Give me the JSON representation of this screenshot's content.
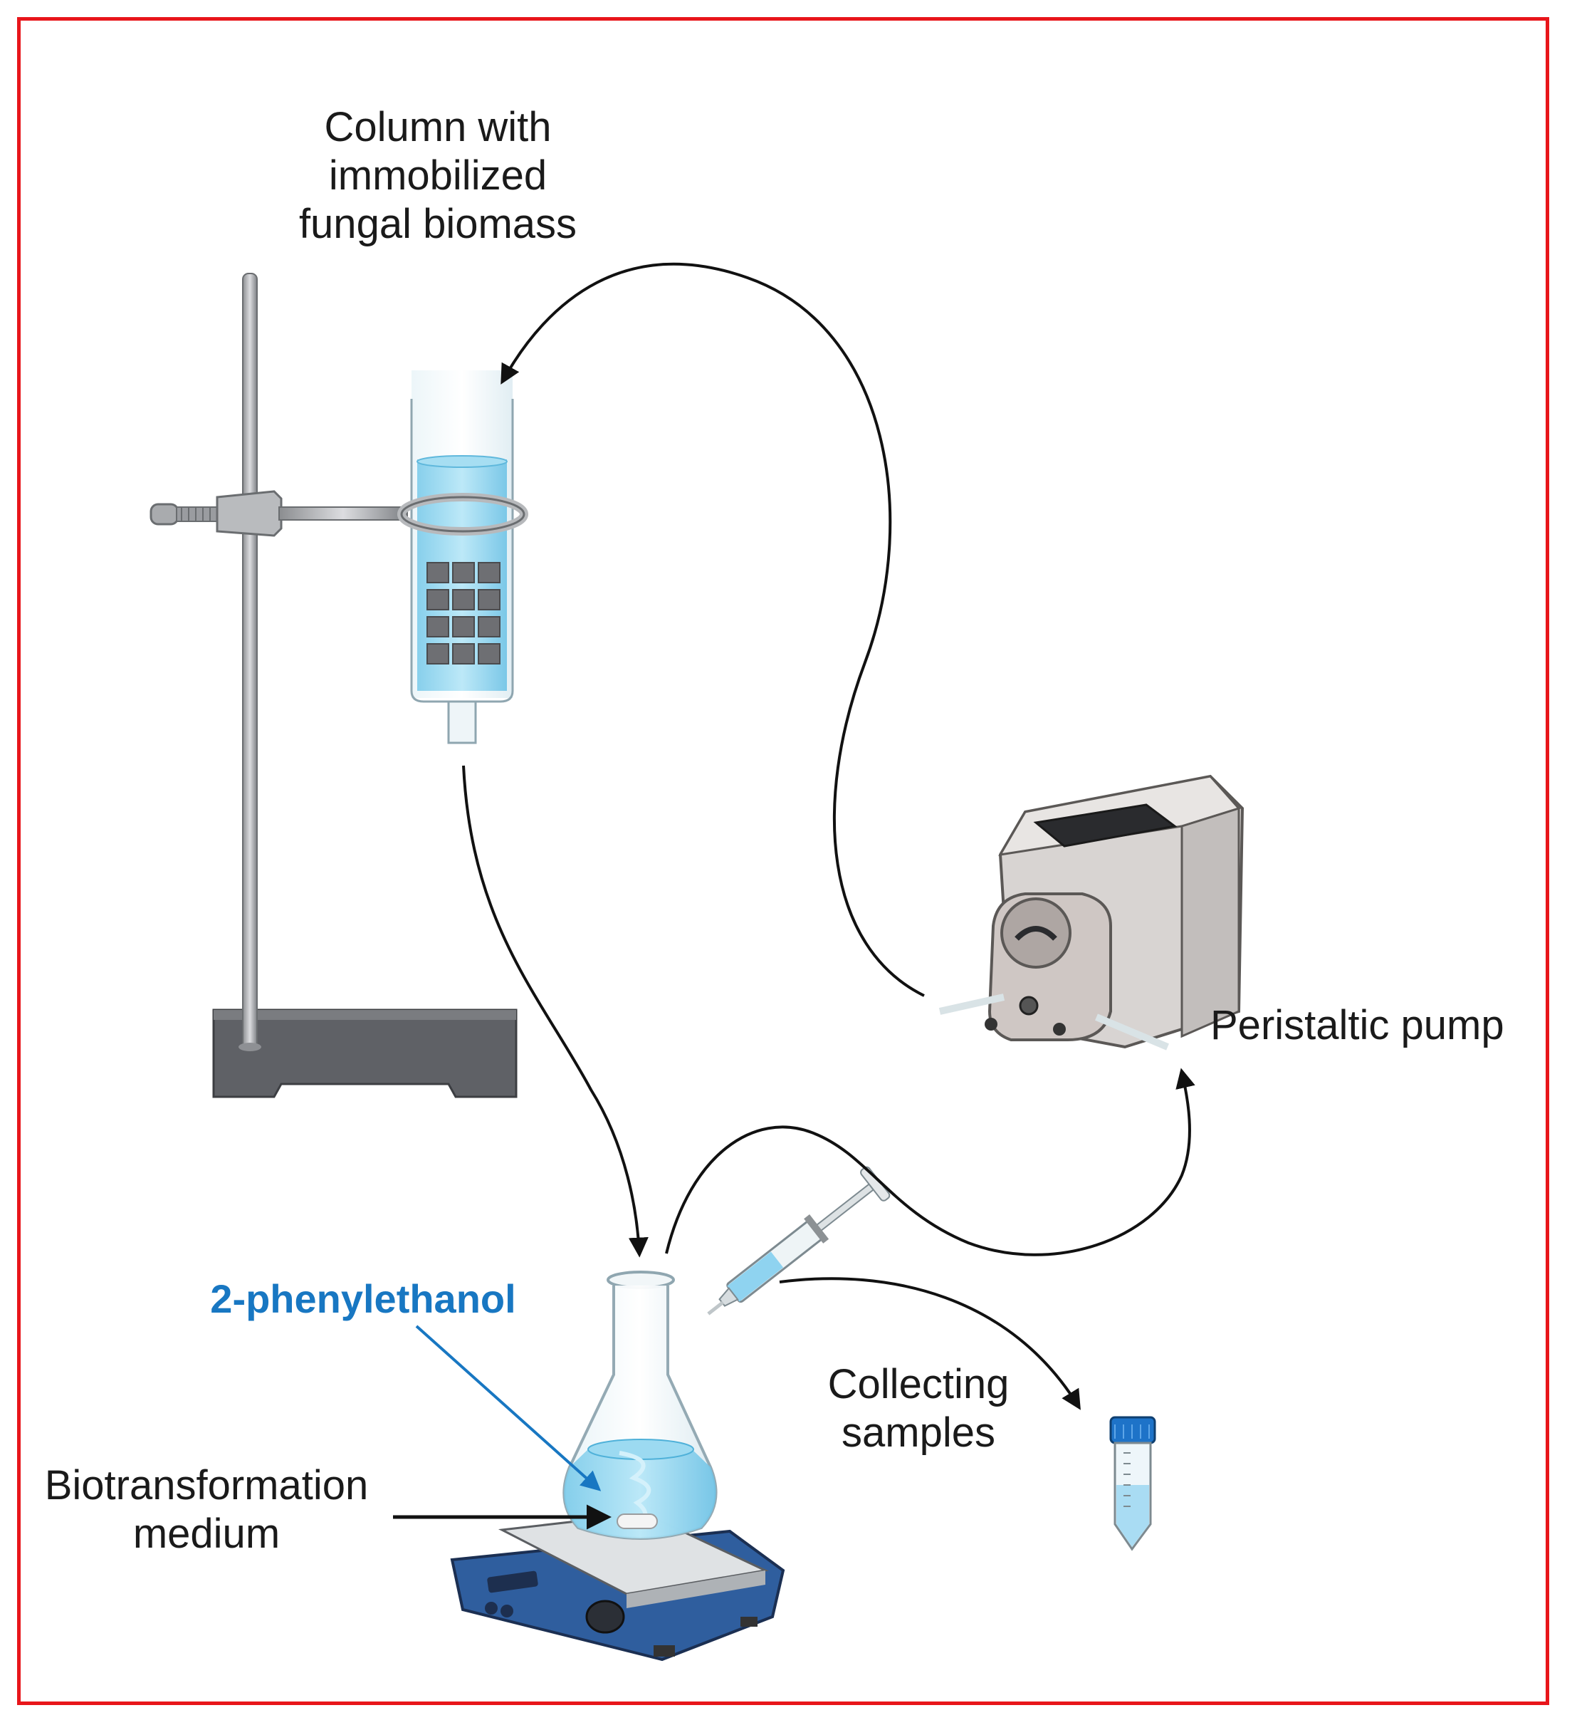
{
  "labels": {
    "column": [
      "Column with",
      "immobilized",
      "fungal biomass"
    ],
    "pump": "Peristaltic pump",
    "compound": "2-phenylethanol",
    "medium": [
      "Biotransformation",
      "medium"
    ],
    "samples": [
      "Collecting",
      "samples"
    ]
  },
  "colors": {
    "frame": "#e8161b",
    "arrow": "#111111",
    "compound_text": "#1877c2",
    "liquid": "#8fd3f0",
    "stirrer_body": "#2f5e9e",
    "stand_base": "#5f6166",
    "pump_body": "#d8d4d2",
    "tube_cap": "#1e73c8"
  },
  "icons": [
    "retort-stand-icon",
    "chromatography-column-icon",
    "peristaltic-pump-icon",
    "erlenmeyer-flask-icon",
    "magnetic-stirrer-icon",
    "syringe-icon",
    "falcon-tube-icon"
  ]
}
